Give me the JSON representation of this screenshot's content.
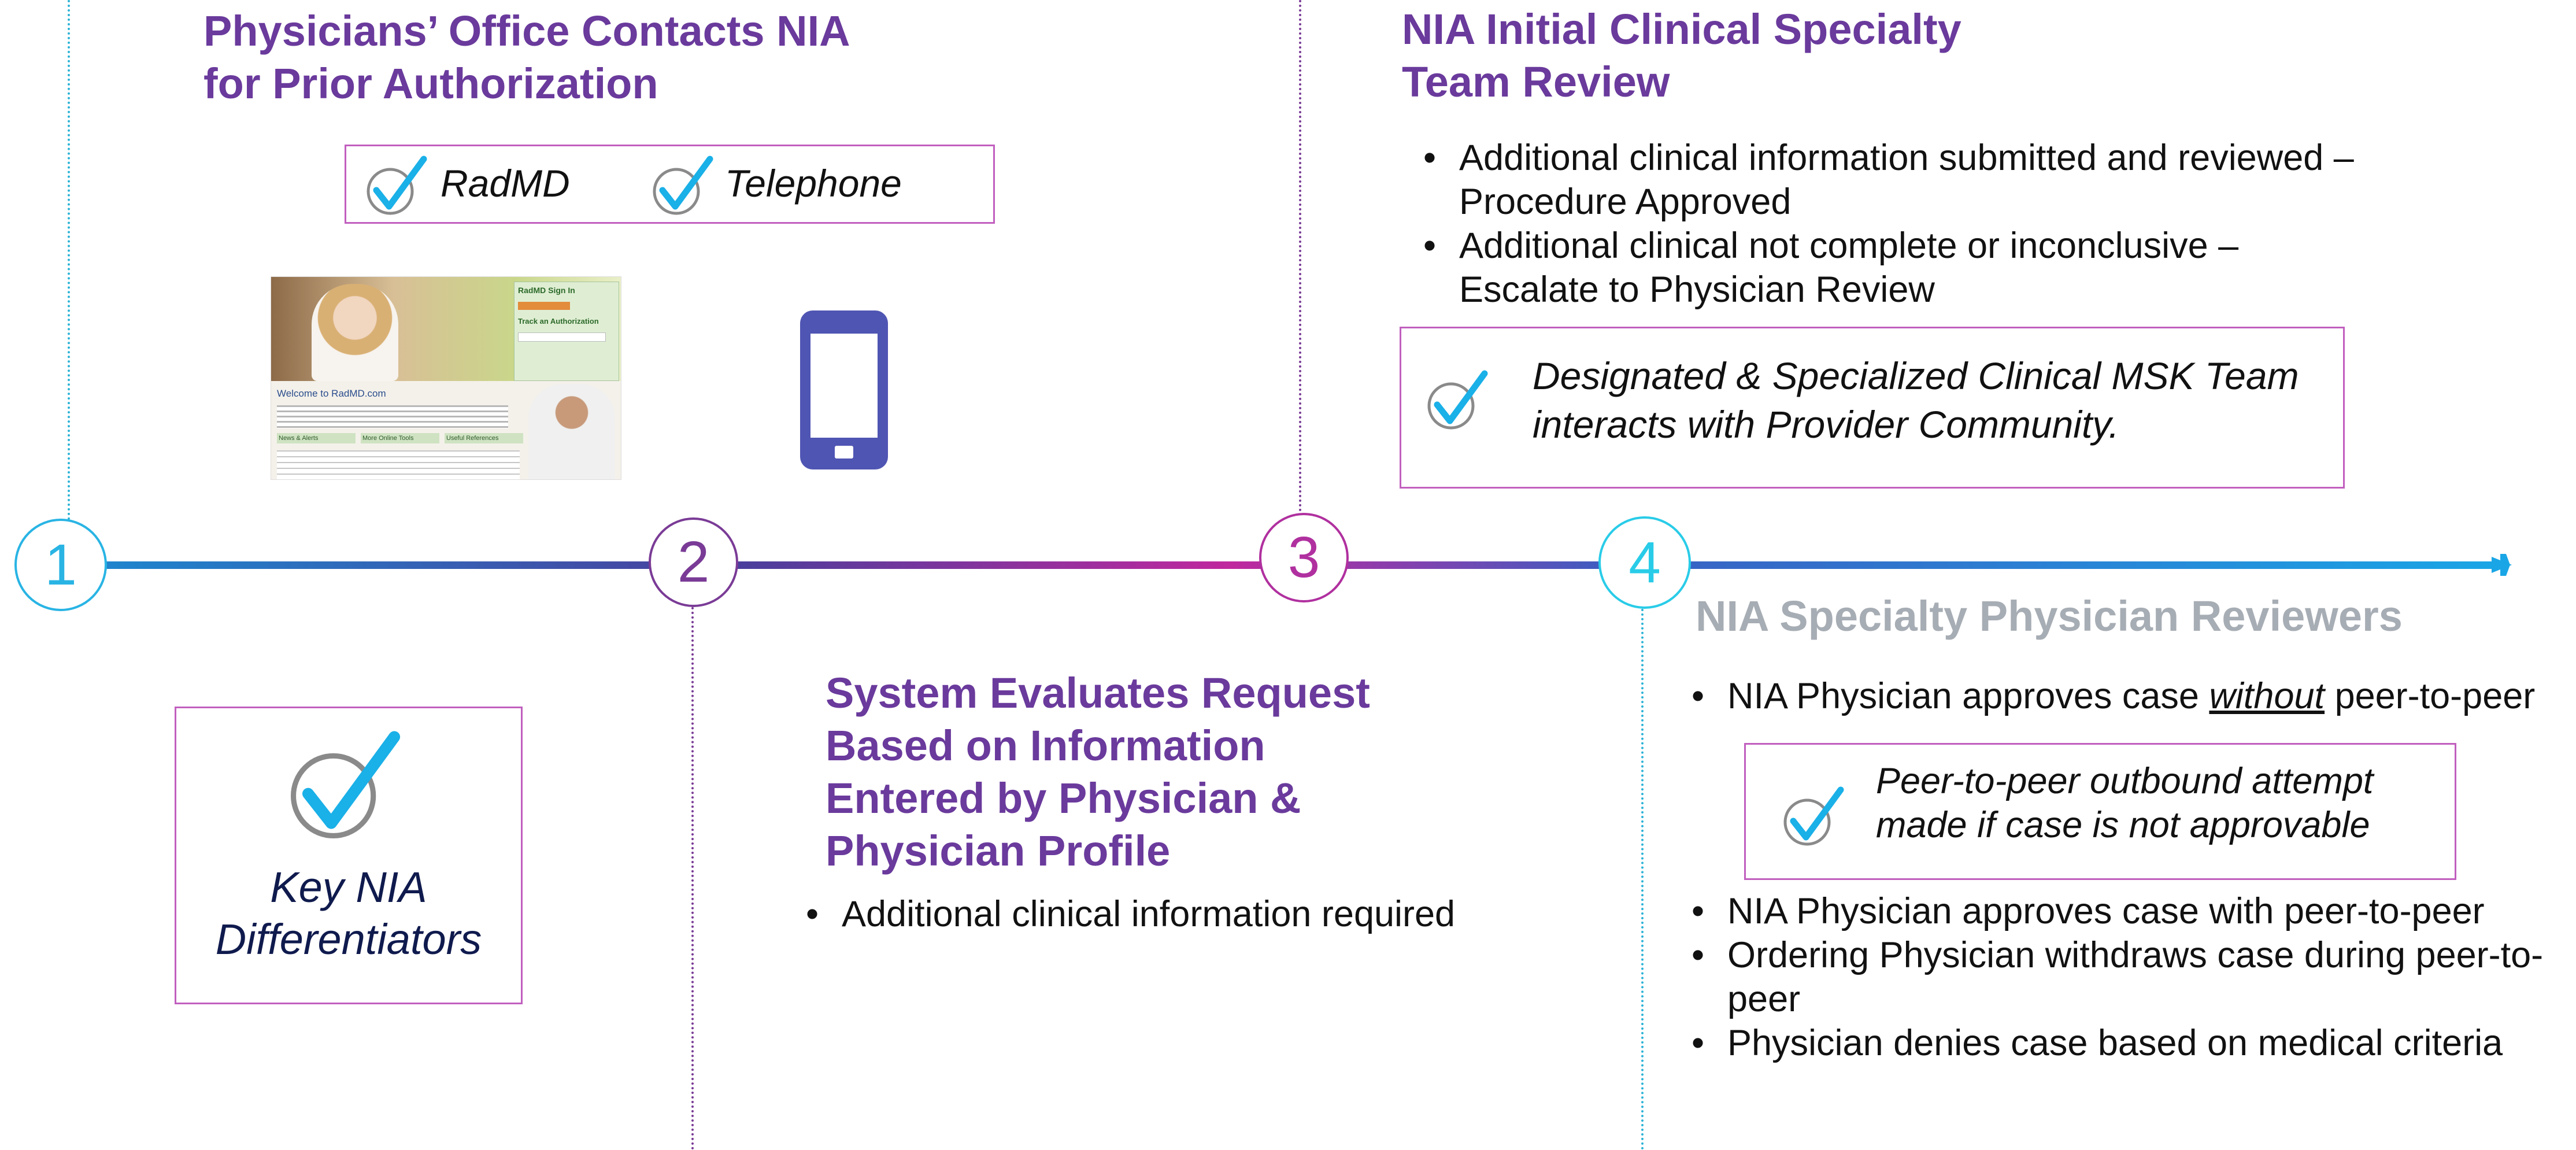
{
  "steps": [
    {
      "number": "1",
      "color": "#29b4e4"
    },
    {
      "number": "2",
      "color": "#7a3b96"
    },
    {
      "number": "3",
      "color": "#b0309f"
    },
    {
      "number": "4",
      "color": "#29cce8"
    }
  ],
  "step1": {
    "heading_line1": "Physicians’ Office Contacts NIA",
    "heading_line2": "for Prior Authorization",
    "options": [
      "RadMD",
      "Telephone"
    ]
  },
  "step2": {
    "heading_lines": [
      "System Evaluates Request",
      "Based on Information",
      "Entered by Physician &",
      "Physician Profile"
    ],
    "bullets": [
      "Additional clinical information required"
    ]
  },
  "step3": {
    "heading_line1": "NIA Initial Clinical Specialty",
    "heading_line2": "Team Review",
    "bullets": [
      [
        "Additional clinical information submitted and reviewed –",
        "Procedure Approved"
      ],
      [
        "Additional clinical not complete or inconclusive –",
        "Escalate to Physician Review"
      ]
    ],
    "callout_line1": "Designated & Specialized Clinical MSK Team",
    "callout_line2": "interacts with Provider Community."
  },
  "step4": {
    "heading": "NIA Specialty Physician Reviewers",
    "bullet1_prefix": "NIA Physician approves case ",
    "bullet1_emph": "without",
    "bullet1_suffix": " peer-to-peer",
    "callout_line1": "Peer-to-peer outbound attempt",
    "callout_line2": "made if case is not approvable",
    "bullets": [
      [
        "NIA Physician approves case with peer-to-peer"
      ],
      [
        "Ordering Physician withdraws case during peer-to-",
        "peer"
      ],
      [
        "Physician denies case based on medical criteria"
      ]
    ]
  },
  "legend": {
    "line1": "Key NIA",
    "line2": "Differentiators"
  },
  "radmd_screenshot": {
    "sign_in": "RadMD Sign In",
    "track": "Track an Authorization",
    "welcome": "Welcome to RadMD.com",
    "col1": "News & Alerts",
    "col2": "More Online Tools",
    "col3": "Useful References"
  },
  "colors": {
    "heading_purple": "#6a3a9c",
    "box_border": "#c15fbf",
    "check_blue": "#1ab0e8",
    "check_ring": "#8a8a8a",
    "phone": "#4f55b3"
  }
}
